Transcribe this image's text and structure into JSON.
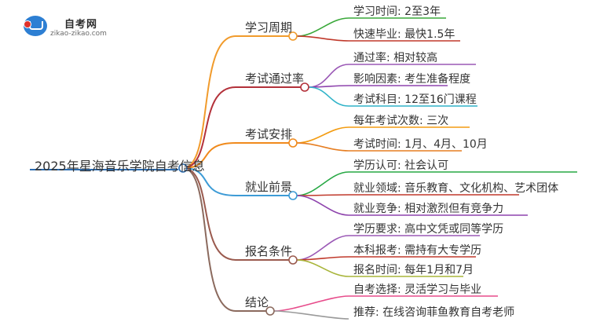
{
  "logo": {
    "title": "自考网",
    "url": "zikao-zikao.com"
  },
  "root": {
    "label": "2025年星海音乐学院自考信息",
    "color": "#2b6cb0"
  },
  "branches": [
    {
      "label": "学习周期",
      "color": "#f19b2c",
      "children": [
        {
          "label": "学习时间: 2至3年",
          "color": "#3aa83a"
        },
        {
          "label": "快速毕业: 最快1.5年",
          "color": "#c0392b"
        }
      ]
    },
    {
      "label": "考试通过率",
      "color": "#b3313a",
      "children": [
        {
          "label": "通过率: 相对较高",
          "color": "#9b59b6"
        },
        {
          "label": "影响因素: 考生准备程度",
          "color": "#8e44ad"
        },
        {
          "label": "考试科目: 12至16门课程",
          "color": "#31b4c9"
        }
      ]
    },
    {
      "label": "考试安排",
      "color": "#f08a1c",
      "children": [
        {
          "label": "每年考试次数: 三次",
          "color": "#f39c12"
        },
        {
          "label": "考试时间: 1月、4月、10月",
          "color": "#e67e22"
        }
      ]
    },
    {
      "label": "就业前景",
      "color": "#3d9bd6",
      "children": [
        {
          "label": "学历认可: 社会认可",
          "color": "#27a844"
        },
        {
          "label": "就业领域: 音乐教育、文化机构、艺术团体",
          "color": "#c0392b"
        },
        {
          "label": "就业竞争: 相对激烈但有竞争力",
          "color": "#8e44ad"
        }
      ]
    },
    {
      "label": "报名条件",
      "color": "#9a5a4e",
      "children": [
        {
          "label": "学历要求: 高中文凭或同等学历",
          "color": "#9b59b6"
        },
        {
          "label": "本科报考: 需持有大专学历",
          "color": "#c0392b"
        },
        {
          "label": "报名时间: 每年1月和7月",
          "color": "#a8b53a"
        }
      ]
    },
    {
      "label": "结论",
      "color": "#8b6a5e",
      "children": [
        {
          "label": "自考选择: 灵活学习与毕业",
          "color": "#e74c8b"
        },
        {
          "label": "推荐: 在线咨询菲鱼教育自考老师",
          "color": "#9a9a9a"
        }
      ]
    }
  ]
}
